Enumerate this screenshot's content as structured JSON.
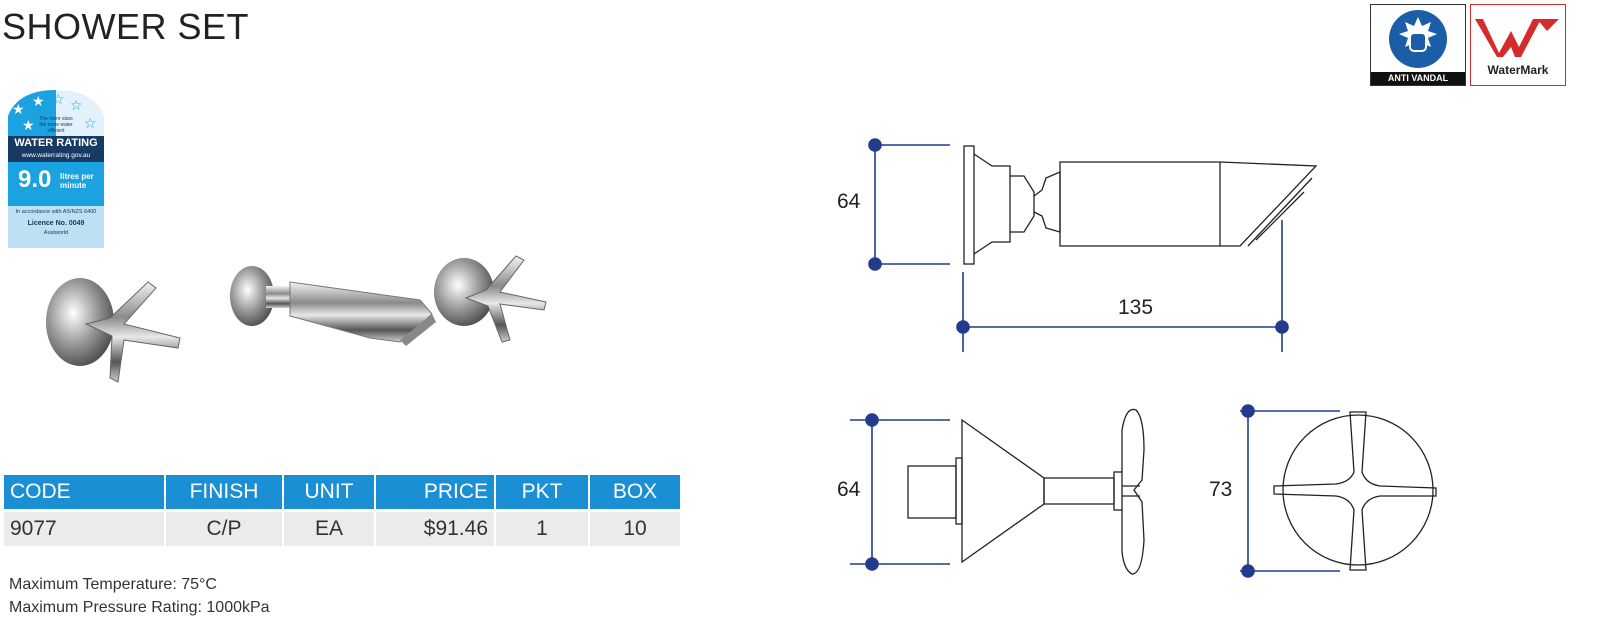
{
  "title": "SHOWER SET",
  "water_rating": {
    "small_text": "The more stars the more water efficient",
    "label": "WATER RATING",
    "url": "www.waterrating.gov.au",
    "value": "9.0",
    "unit": "litres per minute",
    "standard": "In accordance with AS/NZS 6400",
    "licence": "Licence No. 0049",
    "brand": "Austworld"
  },
  "table": {
    "headers": [
      "CODE",
      "FINISH",
      "UNIT",
      "PRICE",
      "PKT",
      "BOX"
    ],
    "row": [
      "9077",
      "C/P",
      "EA",
      "$91.46",
      "1",
      "10"
    ]
  },
  "notes": [
    "Maximum Temperature: 75°C",
    "Maximum Pressure Rating: 1000kPa"
  ],
  "logos": {
    "anti_vandal": "ANTI VANDAL",
    "watermark": "WaterMark"
  },
  "dimensions": {
    "top_height": "64",
    "top_length": "135",
    "bottom_height": "64",
    "bottom_diameter": "73"
  },
  "colors": {
    "table_header": "#1b8fd4",
    "dimension_line": "#233b8c",
    "anti_vandal_blue": "#1a5ea8",
    "watermark_red": "#d52b2b"
  }
}
